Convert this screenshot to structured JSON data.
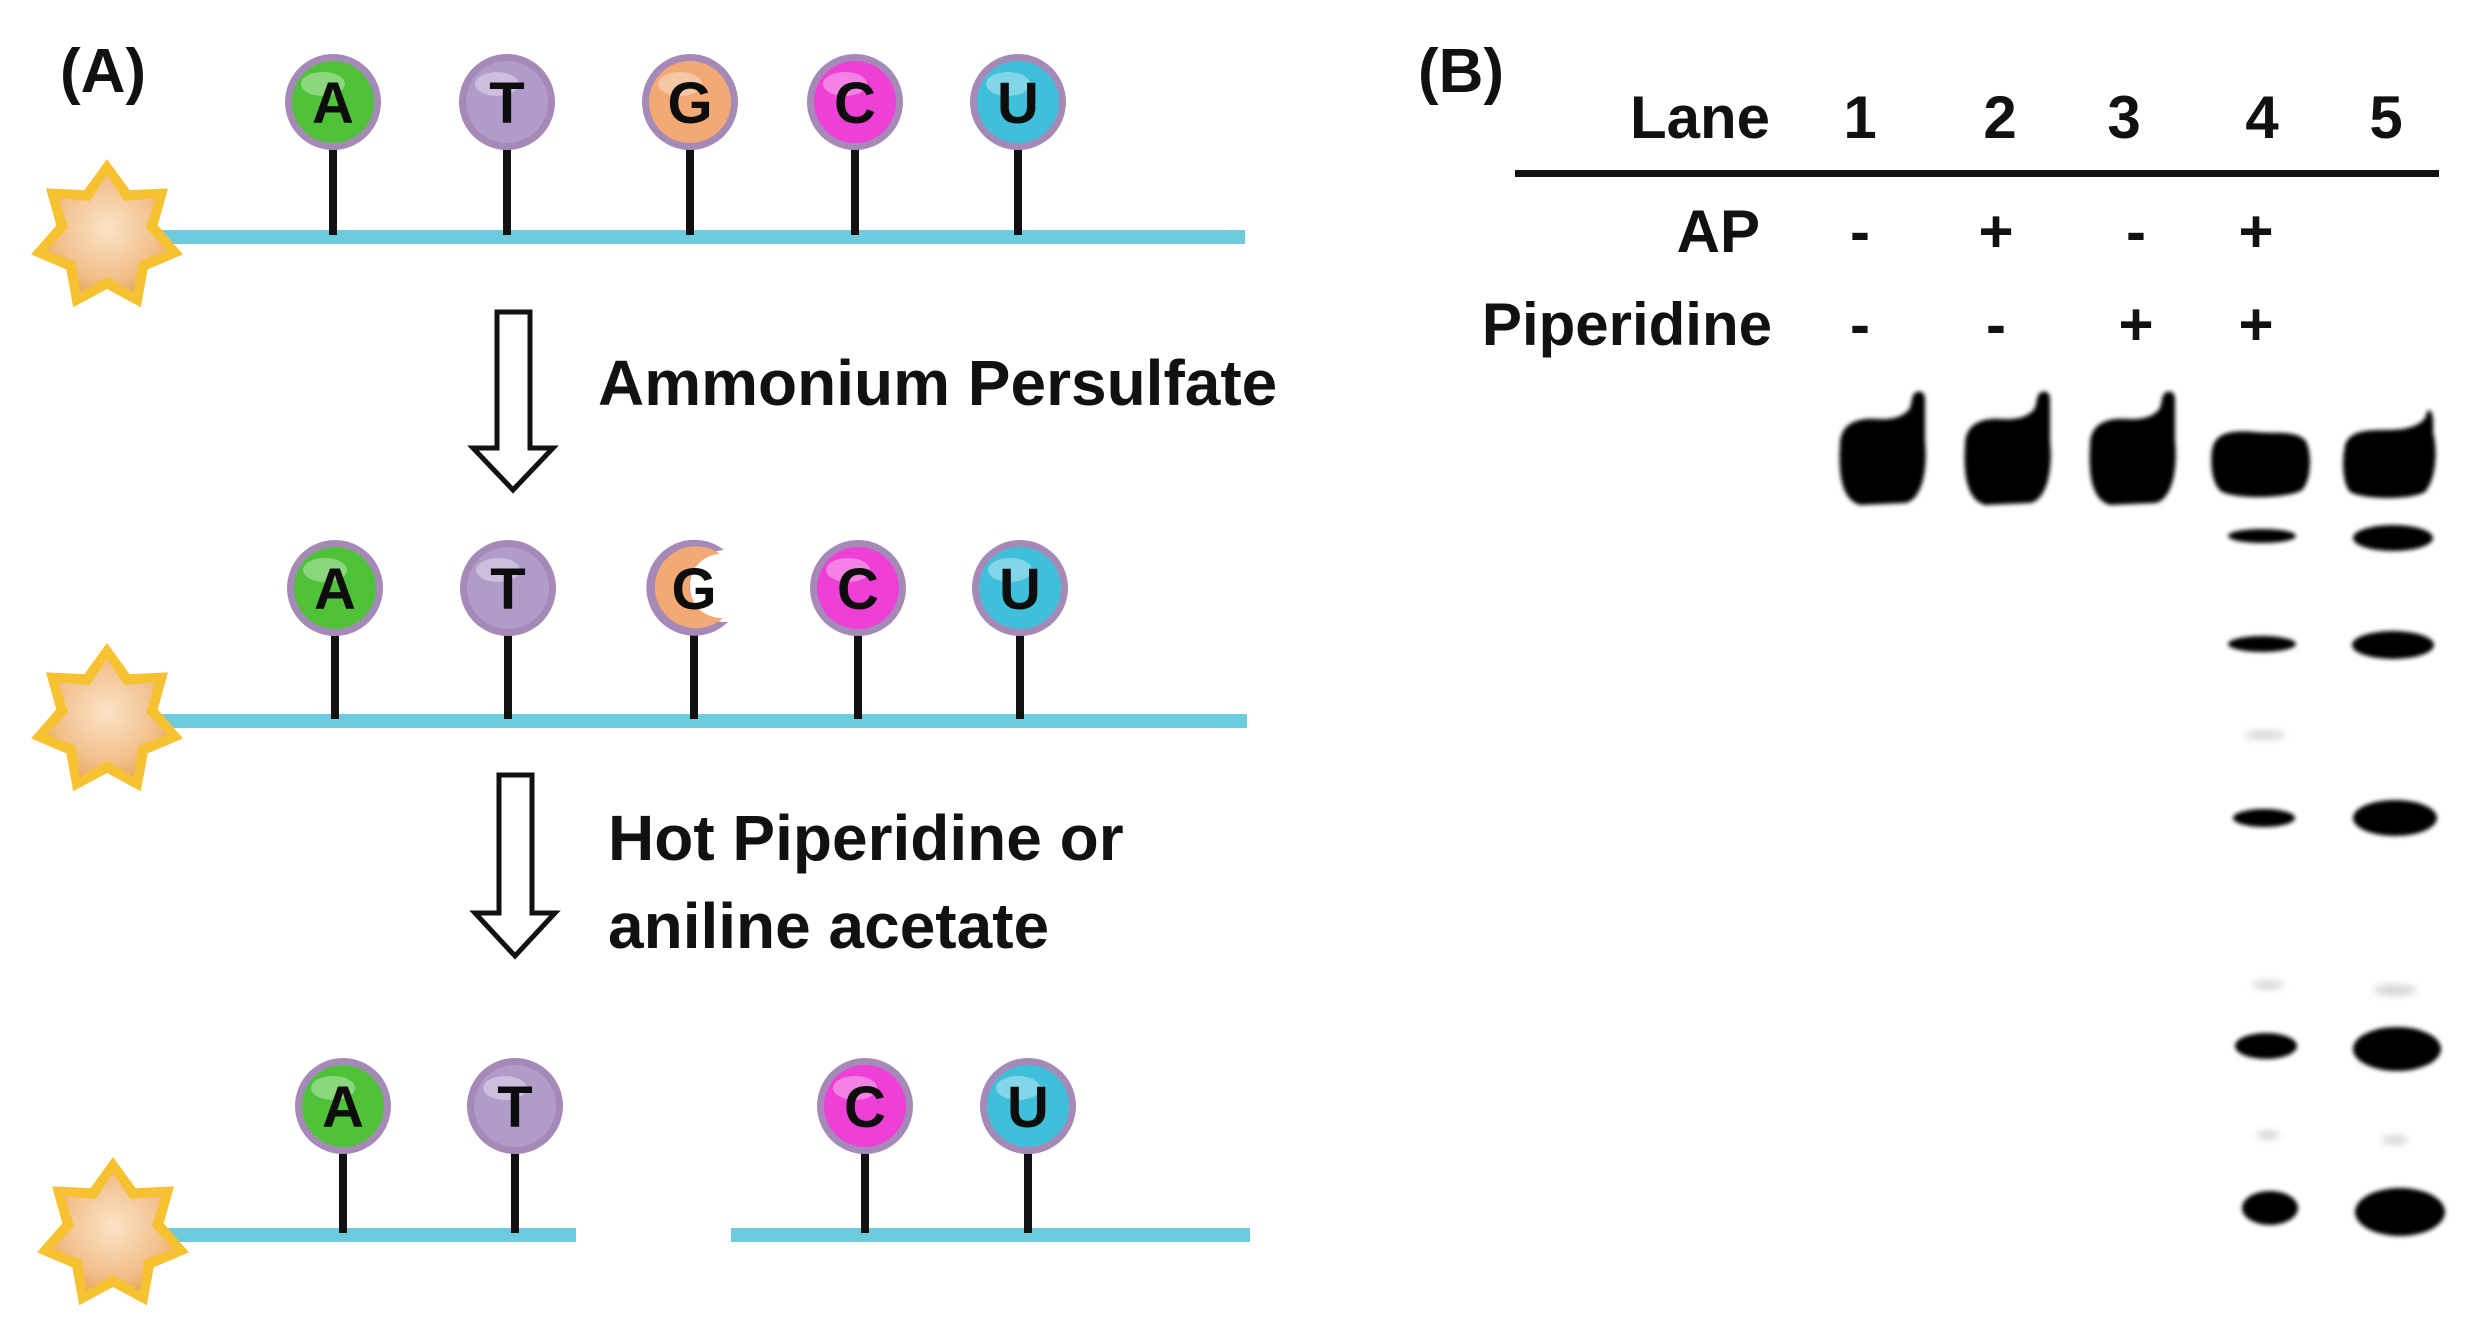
{
  "panel_a": {
    "label": "(A)",
    "rows": [
      {
        "id": "intact",
        "bases": [
          {
            "letter": "A",
            "color": "#4fc23a",
            "state": "intact"
          },
          {
            "letter": "T",
            "color": "#b19cc9",
            "state": "intact"
          },
          {
            "letter": "G",
            "color": "#f2a973",
            "state": "intact"
          },
          {
            "letter": "C",
            "color": "#ee3fd6",
            "state": "intact"
          },
          {
            "letter": "U",
            "color": "#3fc0da",
            "state": "intact"
          }
        ]
      },
      {
        "id": "oxidized",
        "bases": [
          {
            "letter": "A",
            "color": "#4fc23a",
            "state": "intact"
          },
          {
            "letter": "T",
            "color": "#b19cc9",
            "state": "intact"
          },
          {
            "letter": "G",
            "color": "#f2a973",
            "state": "damaged"
          },
          {
            "letter": "C",
            "color": "#ee3fd6",
            "state": "intact"
          },
          {
            "letter": "U",
            "color": "#3fc0da",
            "state": "intact"
          }
        ]
      },
      {
        "id": "cleaved",
        "bases": [
          {
            "letter": "A",
            "color": "#4fc23a",
            "state": "intact"
          },
          {
            "letter": "T",
            "color": "#b19cc9",
            "state": "intact"
          },
          {
            "letter": "C",
            "color": "#ee3fd6",
            "state": "intact"
          },
          {
            "letter": "U",
            "color": "#3fc0da",
            "state": "intact"
          }
        ]
      }
    ],
    "step1": {
      "text": "Ammonium Persulfate"
    },
    "step2": {
      "line1": "Hot Piperidine or",
      "line2": "aniline acetate"
    },
    "strand_color": "#6ccbdc",
    "label_marker_color": "#f6c231"
  },
  "panel_b": {
    "label": "(B)",
    "lane_header": "Lane",
    "lanes": [
      "1",
      "2",
      "3",
      "4",
      "5"
    ],
    "conditions": [
      {
        "name": "AP",
        "values": [
          "-",
          "+",
          "-",
          "+",
          ""
        ]
      },
      {
        "name": "Piperidine",
        "values": [
          "-",
          "-",
          "+",
          "+",
          ""
        ]
      }
    ]
  }
}
